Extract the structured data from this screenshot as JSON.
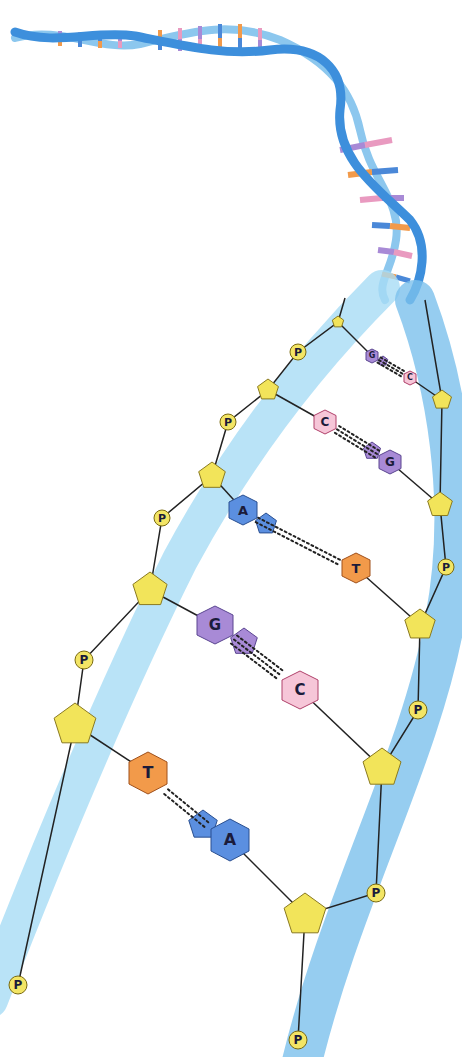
{
  "diagram": {
    "nodes": [
      {
        "text": [
          "P"
        ]
      },
      {
        "text": [
          "G"
        ]
      },
      {
        "text": [
          "C"
        ]
      },
      {
        "text": [
          "C"
        ]
      },
      {
        "text": [
          "P"
        ]
      },
      {
        "text": [
          "G"
        ]
      },
      {
        "text": [
          "A"
        ]
      },
      {
        "text": [
          "P"
        ]
      },
      {
        "text": [
          "P"
        ]
      },
      {
        "text": [
          "T"
        ]
      },
      {
        "text": [
          "G"
        ]
      },
      {
        "text": [
          "P"
        ]
      },
      {
        "text": [
          "C"
        ]
      },
      {
        "text": [
          "P"
        ]
      },
      {
        "text": [
          "T"
        ]
      },
      {
        "text": [
          "A"
        ]
      },
      {
        "text": [
          "P"
        ]
      },
      {
        "text": [
          "P"
        ]
      },
      {
        "text": [
          "P"
        ]
      }
    ],
    "edges": [
      {
        "from": 1,
        "to": 2,
        "arrow": "none"
      },
      {
        "from": 3,
        "to": 5,
        "arrow": "none"
      },
      {
        "from": 6,
        "to": 9,
        "arrow": "none"
      },
      {
        "from": 10,
        "to": 12,
        "arrow": "none"
      },
      {
        "from": 14,
        "to": 15,
        "arrow": "none"
      }
    ]
  }
}
